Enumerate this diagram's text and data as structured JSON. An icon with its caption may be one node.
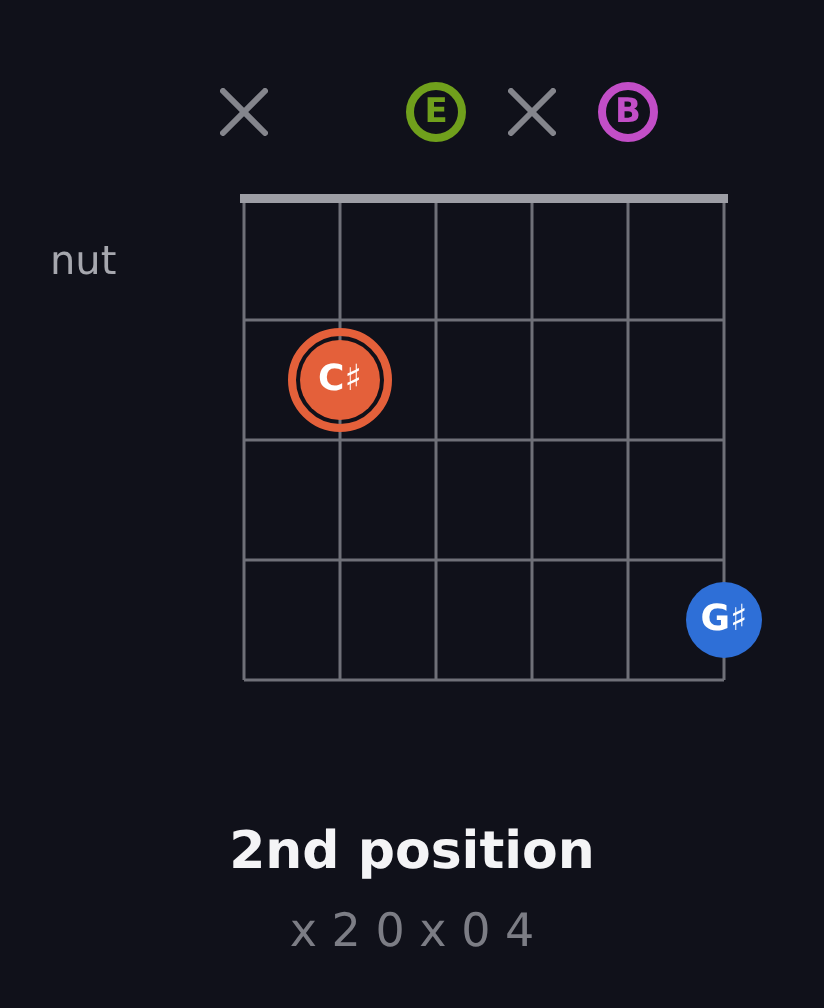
{
  "diagram": {
    "title": "2nd position",
    "caption": "x 2 0 x 0 4",
    "nodes": [
      {
        "text": [
          "E"
        ]
      },
      {
        "text": [
          "B"
        ]
      },
      {
        "text": [
          "C♯"
        ]
      },
      {
        "text": [
          "G♯"
        ]
      }
    ],
    "labels": [
      "nut"
    ]
  }
}
